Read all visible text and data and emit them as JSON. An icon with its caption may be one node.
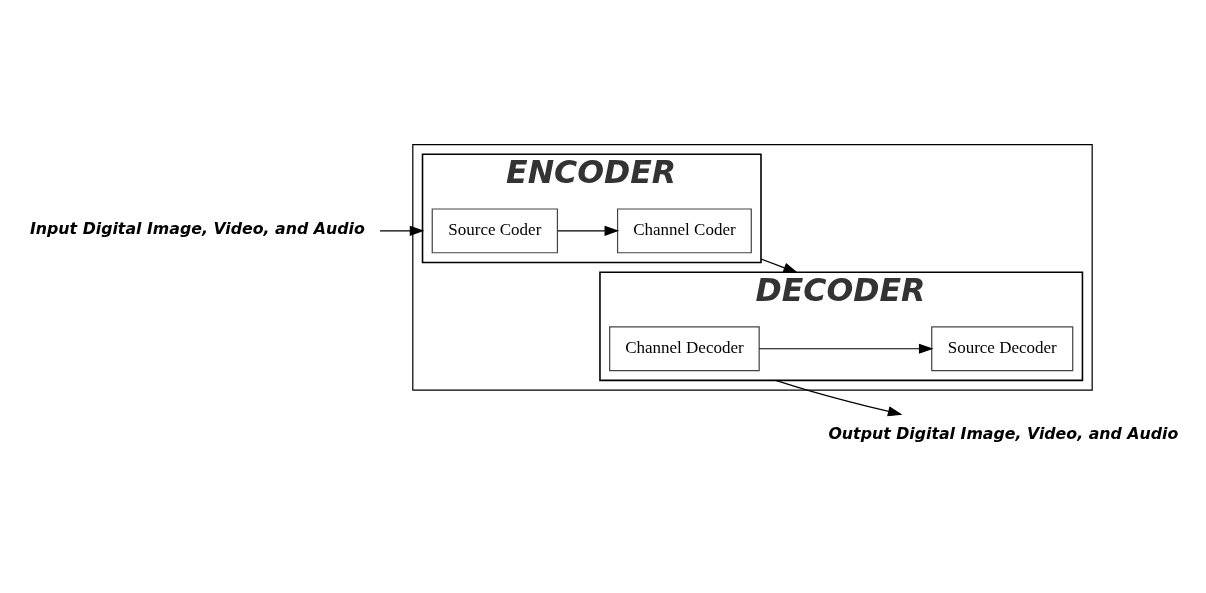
{
  "diagram": {
    "nodes": [
      {
        "text": [],
        "shape": "box"
      },
      {
        "text": [
          "ENCODER"
        ],
        "in": 0
      },
      {
        "text": [
          "Source Coder"
        ],
        "in": 1
      },
      {
        "text": [
          "Channel Coder"
        ],
        "in": 1
      },
      {
        "text": [
          "DECODER"
        ],
        "in": 0
      },
      {
        "text": [
          "Source Decoder"
        ],
        "in": 4
      },
      {
        "text": [
          "Channel Decoder"
        ],
        "in": 4
      },
      {
        "text": [
          "Input Digital Image, Video, and Audio"
        ]
      },
      {
        "text": [
          "Output Digital Image, Video, and Audio"
        ]
      }
    ],
    "edges": [
      {
        "from": 7,
        "to": 1,
        "arrow": "to"
      },
      {
        "from": 2,
        "to": 3,
        "arrow": "to"
      },
      {
        "from": 1,
        "to": 4,
        "arrow": "to"
      },
      {
        "from": 6,
        "to": 5,
        "arrow": "to"
      },
      {
        "from": 4,
        "to": 8,
        "arrow": "to"
      }
    ]
  }
}
